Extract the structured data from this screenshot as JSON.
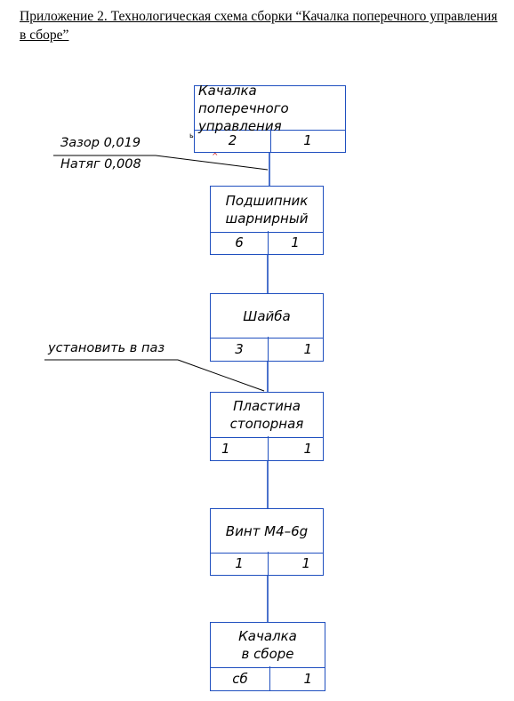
{
  "heading": "Приложение 2. Технологическая схема сборки “Качалка поперечного управления в сборе”",
  "colors": {
    "line": "#1f4fbf",
    "leader": "#000000"
  },
  "nodes": [
    {
      "name": "Качалка поперечного\nуправления",
      "left": "2",
      "right": "1"
    },
    {
      "name": "Подшипник\nшарнирный",
      "left": "6",
      "right": "1"
    },
    {
      "name": "Шайба",
      "left": "3",
      "right": "1"
    },
    {
      "name": "Пластина\nстопорная",
      "left": "1",
      "right": "1"
    },
    {
      "name": "Винт М4–6g",
      "left": "1",
      "right": "1"
    },
    {
      "name": "Качалка\nв сборе",
      "left": "сб",
      "right": "1"
    }
  ],
  "notes": {
    "gap": "Зазор 0,019",
    "interference": "Натяг 0,008",
    "install": "установить в паз"
  }
}
